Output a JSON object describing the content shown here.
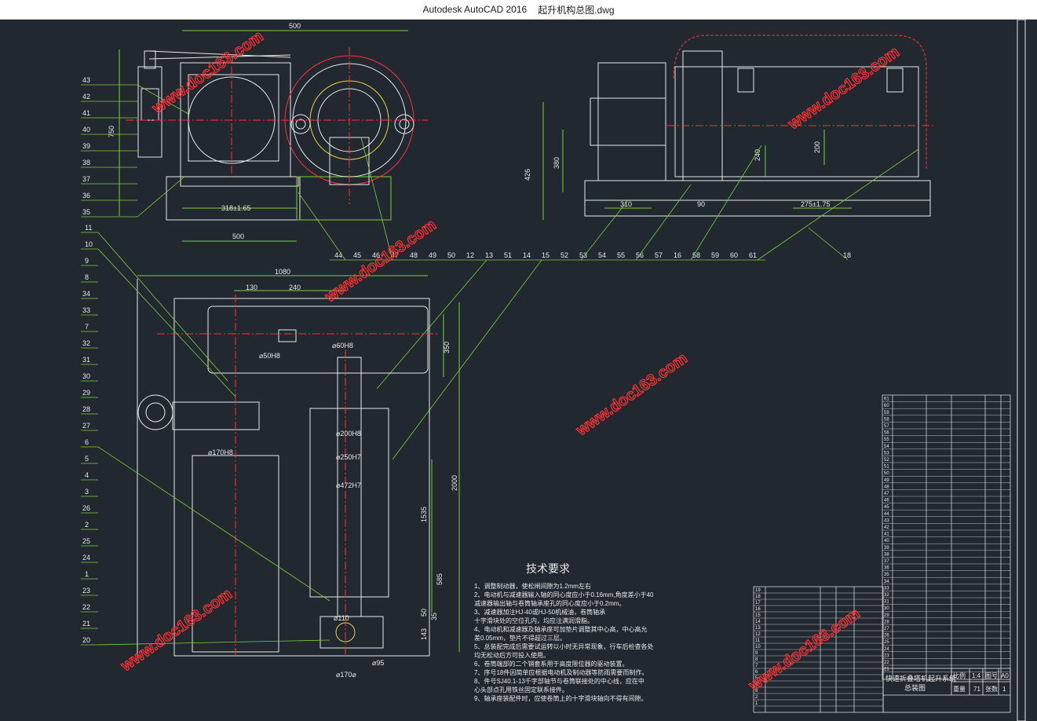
{
  "window": {
    "app_title": "Autodesk AutoCAD 2016",
    "file_name": "起升机构总图.dwg"
  },
  "colors": {
    "background": "#212830",
    "line_white": "#e8e8e8",
    "line_green": "#7ccf3c",
    "line_red": "#ff3030",
    "line_yellow": "#e6d23a",
    "line_cyan": "#4fd3e0"
  },
  "watermark": "www.doc163.com",
  "dimensions": {
    "top_left": {
      "d500_top": "500",
      "d750": "750",
      "d318": "318±1.65",
      "d500_bottom": "500"
    },
    "top_right": {
      "d426": "426",
      "d380": "380",
      "d310": "310",
      "d90": "90",
      "d240": "240",
      "d200": "200",
      "d275": "275±1.75"
    },
    "bottom": {
      "d1080": "1080",
      "d130": "130",
      "d240": "240",
      "d350": "350",
      "d2000": "2000",
      "d1535": "1535",
      "d585": "585",
      "d50": "50",
      "d35": "35",
      "d143": "143",
      "phi60": "⌀60H8",
      "phi50": "⌀50H8",
      "phi200": "⌀200H8",
      "phi250": "⌀250H7",
      "phi472": "⌀472H7",
      "phi170": "⌀170H8",
      "phi170b": "⌀170⌀",
      "phi95": "⌀95",
      "phi110": "⌀110"
    }
  },
  "balloons_left_top": [
    "43",
    "42",
    "41",
    "40",
    "39",
    "38",
    "37",
    "36",
    "35"
  ],
  "balloons_middle_row": [
    "44",
    "45",
    "46",
    "47",
    "48",
    "49",
    "50",
    "12",
    "13",
    "51",
    "14",
    "15",
    "52",
    "53",
    "54",
    "55",
    "56",
    "57",
    "16",
    "58",
    "59",
    "60",
    "61",
    "18"
  ],
  "balloons_left_bottom": [
    "11",
    "10",
    "9",
    "8",
    "34",
    "33",
    "7",
    "32",
    "31",
    "30",
    "29",
    "28",
    "27",
    "6",
    "5",
    "4",
    "3",
    "26",
    "2",
    "25",
    "24",
    "1",
    "23",
    "22",
    "21",
    "20"
  ],
  "technical_requirements": {
    "title": "技术要求",
    "items": [
      "1、调整制动器，使松闸间隙为1.2mm左右",
      "2、电动机与减速器输入轴的同心度应小于0.16mm,角度差小于40",
      "   减速器输出轴与卷筒轴承座孔的同心度应小于0.2mm。",
      "3、减速器加注HJ-40或HJ-50机械油，卷筒轴承",
      "   十字滑块处的空位孔内，均应注满润滑脂。",
      "4、电动机和减速器及轴承座可加垫片调整其中心高，中心高允",
      "   差0.05mm，垫片不得超过三层。",
      "5、总装配完成后需要试运转以小时无异常现象，行车后检查各处",
      "   均无松动后方可投入使用。",
      "6、卷筒端部的二个销套系用于高度限位器的驱动装置。",
      "7、序号18件因简单应根据电动机及制动器等防雨需要而制作。",
      "8、件号SJ40.1-13千字部轴节与卷筒联接处的中心线，应在中",
      "   心头部点孔用铁丝固定联系接件。",
      "9、轴承座装配件时，应使卷筒上的十字滑块轴向不得有间隙。"
    ]
  },
  "title_block": {
    "drawing_name": "快速折叠塔机起升系统",
    "subtitle": "总装图",
    "scale_label": "比例",
    "scale_value": "1:4",
    "figure_no_label": "图号",
    "figure_no_value": "A0",
    "weight_label": "重量",
    "weight_value": "71",
    "sheets_label": "张数",
    "sheets_value": "1"
  },
  "bom_rows_right": [
    "61",
    "60",
    "59",
    "58",
    "57",
    "56",
    "55",
    "54",
    "53",
    "52",
    "51",
    "50",
    "49",
    "48",
    "47",
    "46",
    "45",
    "44",
    "43",
    "42",
    "41",
    "40",
    "39",
    "38",
    "37",
    "36",
    "35",
    "34",
    "33",
    "32",
    "31",
    "30",
    "29",
    "28",
    "27",
    "26",
    "25",
    "24",
    "23",
    "22",
    "21"
  ],
  "bom_rows_left": [
    "19",
    "18",
    "17",
    "16",
    "15",
    "14",
    "13",
    "12",
    "11",
    "10",
    "9",
    "8",
    "7",
    "6",
    "5",
    "4",
    "3",
    "2",
    "1"
  ]
}
